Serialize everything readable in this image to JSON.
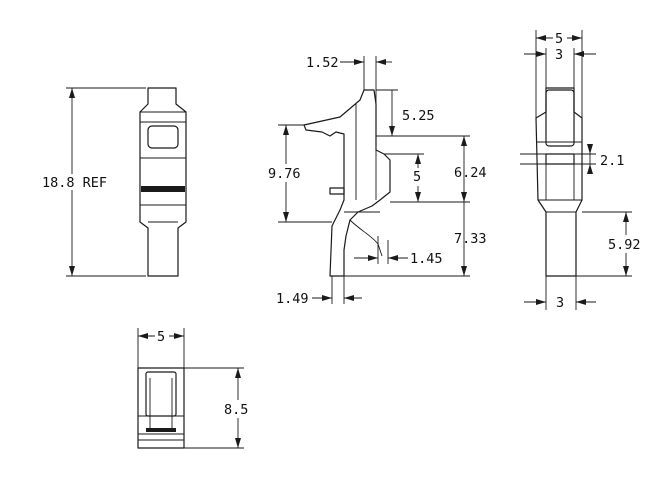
{
  "dimensions": {
    "front_view": {
      "overall_height": "18.8 REF"
    },
    "side_view": {
      "tip_width": "1.52",
      "upper_height": "5.25",
      "body_height": "9.76",
      "slot_height": "5",
      "slot_offset": "6.24",
      "lower_height": "7.33",
      "contact_width": "1.45",
      "foot_width": "1.49"
    },
    "rear_view": {
      "outer_width": "5",
      "inner_width": "3",
      "window_height": "2.1",
      "tail_length": "5.92",
      "tail_width": "3"
    },
    "top_view": {
      "width": "5",
      "height": "8.5"
    }
  }
}
